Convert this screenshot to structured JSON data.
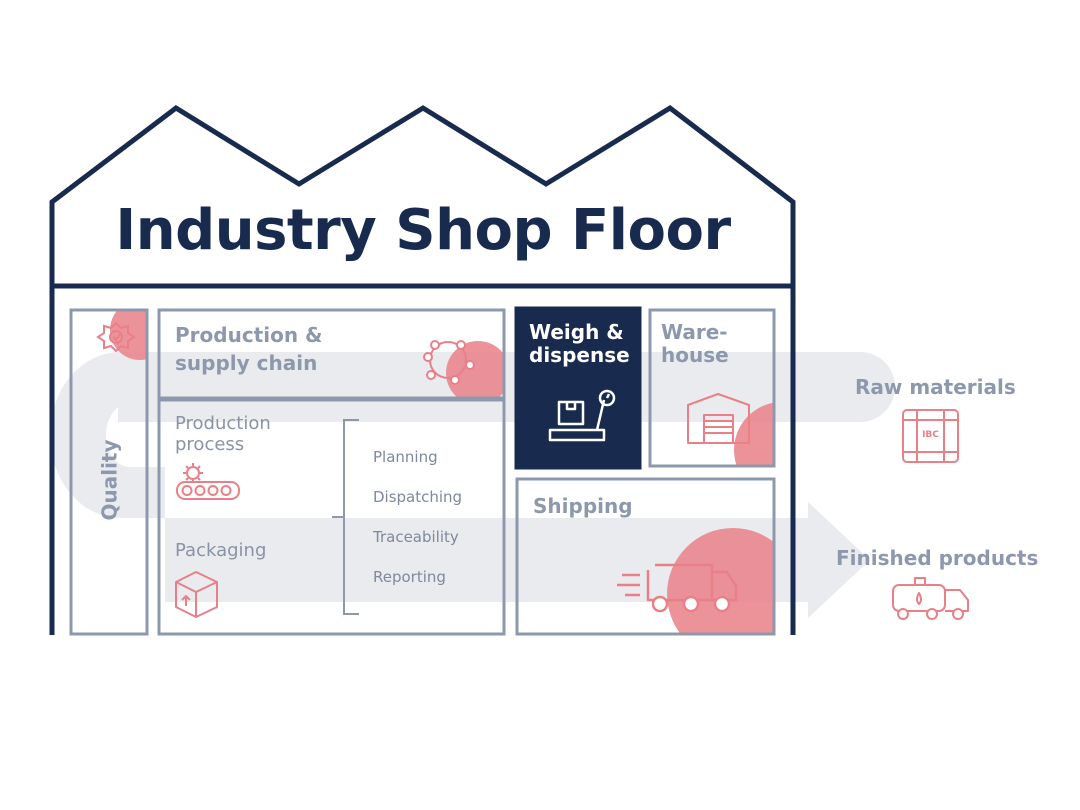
{
  "title": "Industry Shop Floor",
  "sections": {
    "quality": "Quality",
    "production_supply_line1": "Production &",
    "production_supply_line2": "supply chain",
    "production_process_line1": "Production",
    "production_process_line2": "process",
    "packaging": "Packaging",
    "weigh_line1": "Weigh &",
    "weigh_line2": "dispense",
    "warehouse_line1": "Ware-",
    "warehouse_line2": "house",
    "shipping": "Shipping"
  },
  "functions": [
    "Planning",
    "Dispatching",
    "Traceability",
    "Reporting"
  ],
  "external": {
    "raw_materials": "Raw materials",
    "finished_products": "Finished products",
    "ibc_tag": "IBC"
  },
  "colors": {
    "navy": "#182a4d",
    "frame_gray": "#8e98ac",
    "flow_gray": "#e9ebef",
    "accent_red": "#e0021b",
    "light_red": "#e98088"
  }
}
